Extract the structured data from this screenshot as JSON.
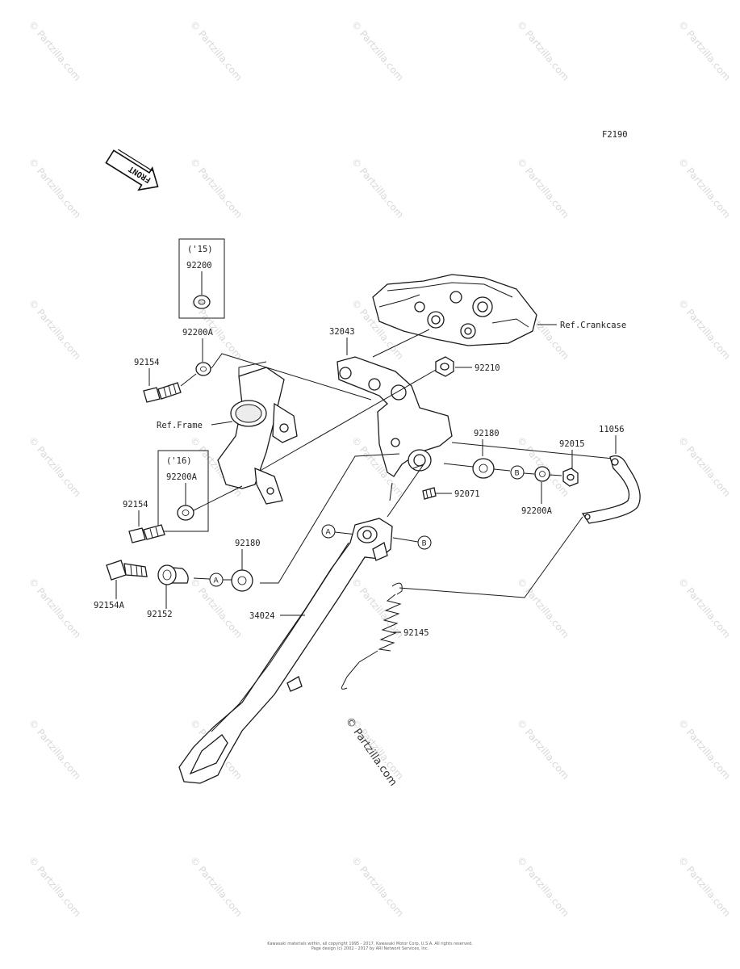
{
  "diagram_code": "F2190",
  "front_arrow_label": "FRONT",
  "variant_labels": {
    "y15": "('15)",
    "y16": "('16)"
  },
  "refs": {
    "crankcase": "Ref.Crankcase",
    "frame": "Ref.Frame"
  },
  "parts": {
    "p92200_boxed": "92200",
    "p92200A_top": "92200A",
    "p92154_top": "92154",
    "p32043": "32043",
    "p92210": "92210",
    "p92180_right": "92180",
    "p11056": "11056",
    "p92015": "92015",
    "p92071": "92071",
    "p92200A_right": "92200A",
    "p92200A_boxed": "92200A",
    "p92154_mid": "92154",
    "p92180_left": "92180",
    "p92154A": "92154A",
    "p92152": "92152",
    "p34024": "34024",
    "p92145": "92145"
  },
  "markers": {
    "a": "A",
    "b": "B"
  },
  "watermark": "© Partzilla.com",
  "footer_lines": [
    "Kawasaki materials within, all copyright 1995 - 2017, Kawasaki Motor Corp, U.S.A. All rights reserved.",
    "Page design (c) 2002 - 2017 by ARI Network Services, Inc."
  ]
}
